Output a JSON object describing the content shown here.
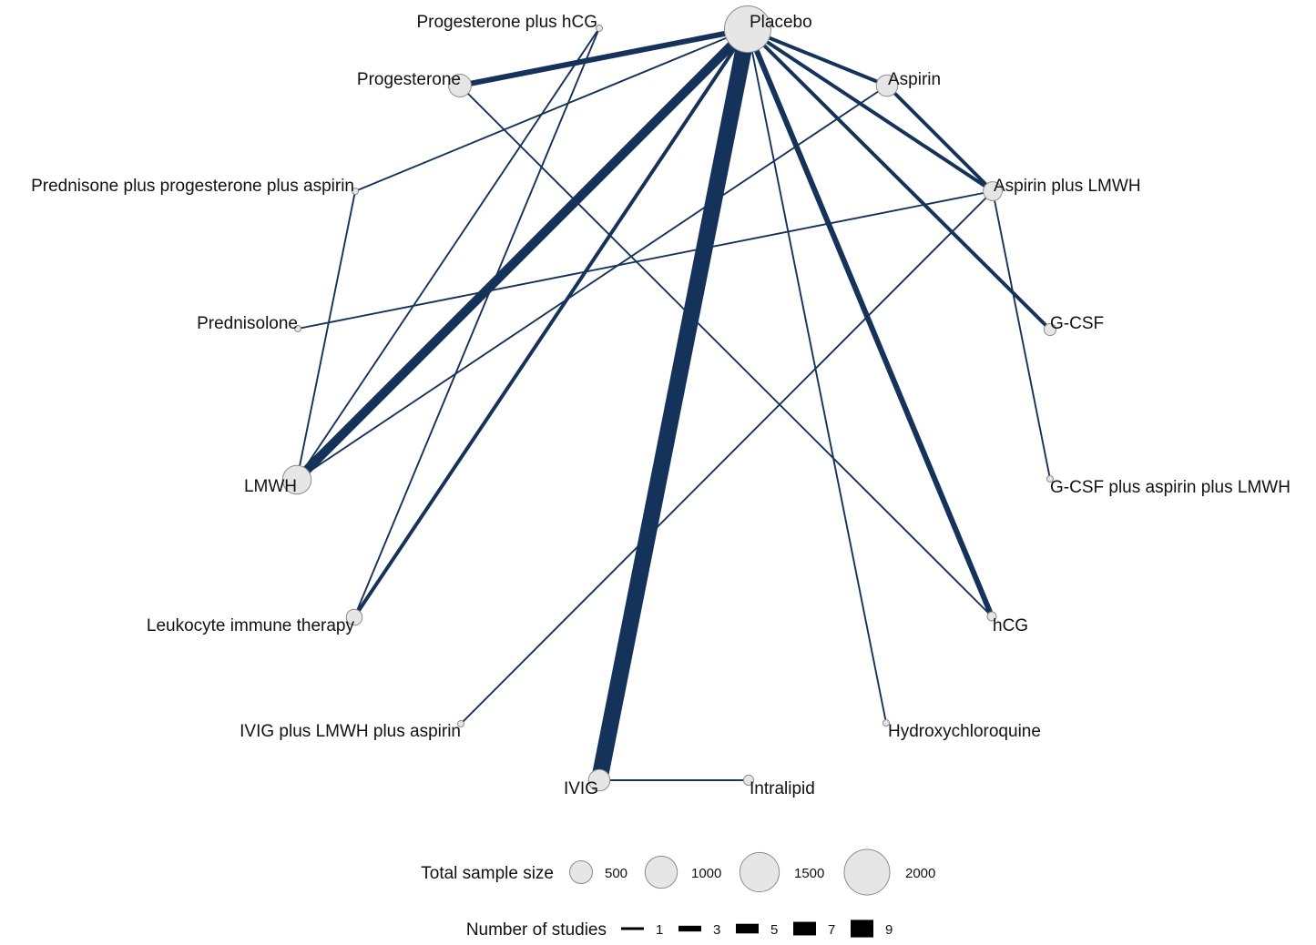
{
  "diagram": {
    "type": "network-meta-analysis",
    "edge_color": "#14325a",
    "node_fill": "#e6e6e6",
    "node_stroke": "#8c8c8c",
    "nodes": [
      {
        "id": "placebo",
        "label": "Placebo",
        "sample_size": 2100
      },
      {
        "id": "progesterone_hcg",
        "label": "Progesterone plus hCG",
        "sample_size": 40
      },
      {
        "id": "progesterone",
        "label": "Progesterone",
        "sample_size": 500
      },
      {
        "id": "prednisone_prog_asp",
        "label": "Prednisone plus progesterone plus aspirin",
        "sample_size": 25
      },
      {
        "id": "prednisolone",
        "label": "Prednisolone",
        "sample_size": 15
      },
      {
        "id": "lmwh",
        "label": "LMWH",
        "sample_size": 800
      },
      {
        "id": "leukocyte",
        "label": "Leukocyte immune therapy",
        "sample_size": 250
      },
      {
        "id": "ivig_lmwh_asp",
        "label": "IVIG plus LMWH plus aspirin",
        "sample_size": 20
      },
      {
        "id": "ivig",
        "label": "IVIG",
        "sample_size": 450
      },
      {
        "id": "intralipid",
        "label": "Intralipid",
        "sample_size": 100
      },
      {
        "id": "hydroxychloroquine",
        "label": "Hydroxychloroquine",
        "sample_size": 15
      },
      {
        "id": "hcg",
        "label": "hCG",
        "sample_size": 80
      },
      {
        "id": "gcsf_asp_lmwh",
        "label": "G-CSF plus aspirin plus LMWH",
        "sample_size": 20
      },
      {
        "id": "gcsf",
        "label": "G-CSF",
        "sample_size": 140
      },
      {
        "id": "aspirin_lmwh",
        "label": "Aspirin plus LMWH",
        "sample_size": 350
      },
      {
        "id": "aspirin",
        "label": "Aspirin",
        "sample_size": 450
      }
    ],
    "edges": [
      {
        "from": "placebo",
        "to": "ivig",
        "studies": 9
      },
      {
        "from": "placebo",
        "to": "lmwh",
        "studies": 5
      },
      {
        "from": "placebo",
        "to": "progesterone",
        "studies": 3
      },
      {
        "from": "placebo",
        "to": "hcg",
        "studies": 3
      },
      {
        "from": "placebo",
        "to": "leukocyte",
        "studies": 2
      },
      {
        "from": "placebo",
        "to": "aspirin_lmwh",
        "studies": 2
      },
      {
        "from": "placebo",
        "to": "gcsf",
        "studies": 2
      },
      {
        "from": "placebo",
        "to": "aspirin",
        "studies": 2
      },
      {
        "from": "placebo",
        "to": "prednisone_prog_asp",
        "studies": 1
      },
      {
        "from": "placebo",
        "to": "hydroxychloroquine",
        "studies": 1
      },
      {
        "from": "aspirin",
        "to": "aspirin_lmwh",
        "studies": 2
      },
      {
        "from": "aspirin",
        "to": "lmwh",
        "studies": 1
      },
      {
        "from": "progesterone_hcg",
        "to": "lmwh",
        "studies": 1
      },
      {
        "from": "progesterone_hcg",
        "to": "leukocyte",
        "studies": 1
      },
      {
        "from": "progesterone",
        "to": "hcg",
        "studies": 1
      },
      {
        "from": "prednisone_prog_asp",
        "to": "lmwh",
        "studies": 1
      },
      {
        "from": "prednisolone",
        "to": "aspirin_lmwh",
        "studies": 1
      },
      {
        "from": "aspirin_lmwh",
        "to": "ivig_lmwh_asp",
        "studies": 1
      },
      {
        "from": "aspirin_lmwh",
        "to": "gcsf_asp_lmwh",
        "studies": 1
      },
      {
        "from": "ivig",
        "to": "intralipid",
        "studies": 1
      }
    ]
  },
  "legend": {
    "sample_size_title": "Total sample size",
    "sample_sizes": [
      500,
      1000,
      1500,
      2000
    ],
    "studies_title": "Number of studies",
    "studies": [
      1,
      3,
      5,
      7,
      9
    ]
  }
}
